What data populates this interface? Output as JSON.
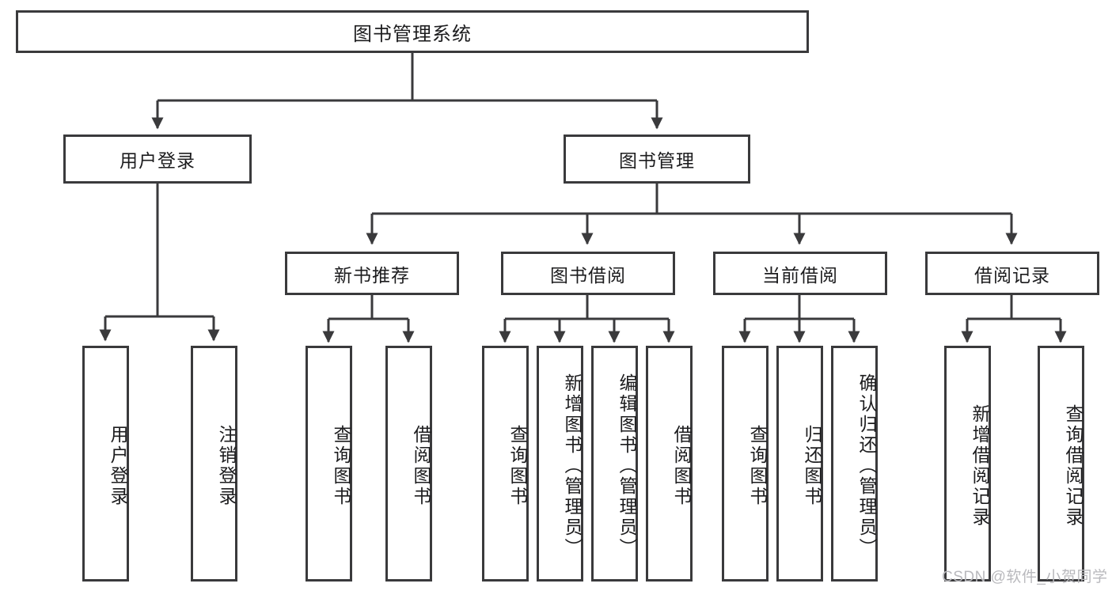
{
  "diagram": {
    "title": "图书管理系统",
    "root": {
      "label": "图书管理系统"
    },
    "level2": [
      {
        "label": "用户登录"
      },
      {
        "label": "图书管理"
      }
    ],
    "level3": [
      {
        "label": "新书推荐"
      },
      {
        "label": "图书借阅"
      },
      {
        "label": "当前借阅"
      },
      {
        "label": "借阅记录"
      }
    ],
    "leaves": {
      "user_login": [
        {
          "label": "用户登录"
        },
        {
          "label": "注销登录"
        }
      ],
      "new_book_recommend": [
        {
          "label": "查询图书"
        },
        {
          "label": "借阅图书"
        }
      ],
      "book_borrow": [
        {
          "label": "查询图书"
        },
        {
          "label": "新增图书（管理员）"
        },
        {
          "label": "编辑图书（管理员）"
        },
        {
          "label": "借阅图书"
        }
      ],
      "current_borrow": [
        {
          "label": "查询图书"
        },
        {
          "label": "归还图书"
        },
        {
          "label": "确认归还（管理员）"
        }
      ],
      "borrow_record": [
        {
          "label": "新增借阅记录"
        },
        {
          "label": "查询借阅记录"
        }
      ]
    }
  },
  "watermark": {
    "text": "CSDN @软件_小贺同学"
  },
  "colors": {
    "stroke": "#3a3a3c",
    "text": "#1c1c1e",
    "background": "#ffffff",
    "watermark": "#b9b9bd"
  }
}
